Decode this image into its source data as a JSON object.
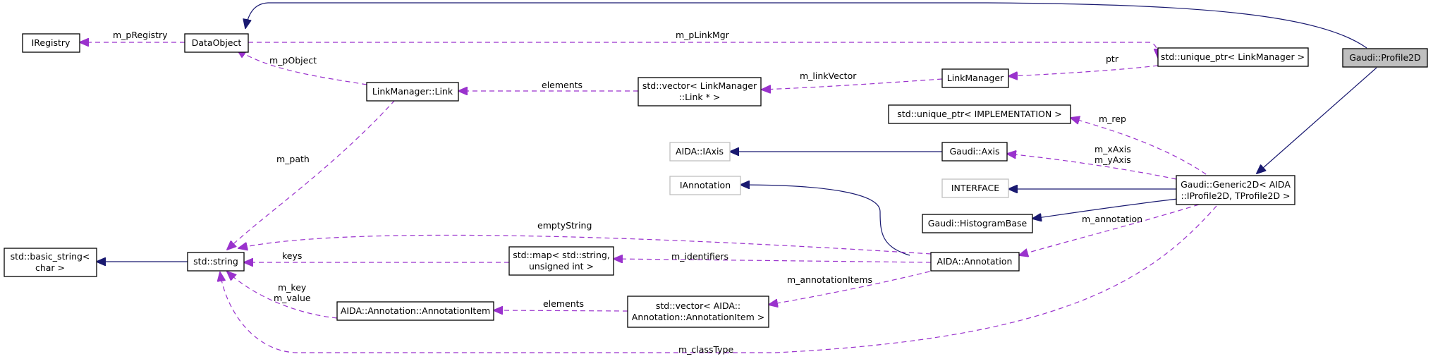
{
  "nodes": {
    "profile2d": [
      "Gaudi::Profile2D"
    ],
    "dataobject": [
      "DataObject"
    ],
    "iregistry": [
      "IRegistry"
    ],
    "uptr_linkmgr": [
      "std::unique_ptr< LinkManager >"
    ],
    "linkmanager": [
      "LinkManager"
    ],
    "stdvector_link": [
      "std::vector< LinkManager",
      "::Link * >"
    ],
    "linkmgr_link": [
      "LinkManager::Link"
    ],
    "uptr_impl": [
      "std::unique_ptr< IMPLEMENTATION >"
    ],
    "aida_iaxis": [
      "AIDA::IAxis"
    ],
    "gaudi_axis": [
      "Gaudi::Axis"
    ],
    "iannotation": [
      "IAnnotation"
    ],
    "interface": [
      "INTERFACE"
    ],
    "generic2d": [
      "Gaudi::Generic2D< AIDA",
      "::IProfile2D, TProfile2D >"
    ],
    "histbase": [
      "Gaudi::HistogramBase"
    ],
    "basic_string": [
      "std::basic_string<",
      "char >"
    ],
    "stdstring": [
      "std::string"
    ],
    "stdmap": [
      "std::map< std::string,",
      "unsigned int >"
    ],
    "aida_annotation": [
      "AIDA::Annotation"
    ],
    "annotation_item": [
      "AIDA::Annotation::AnnotationItem"
    ],
    "stdvector_item": [
      "std::vector< AIDA::",
      "Annotation::AnnotationItem >"
    ]
  },
  "edge_labels": {
    "m_pRegistry": "m_pRegistry",
    "m_pLinkMgr": "m_pLinkMgr",
    "ptr": "ptr",
    "m_pObject": "m_pObject",
    "elements_link": "elements",
    "m_linkVector": "m_linkVector",
    "m_path": "m_path",
    "m_rep": "m_rep",
    "m_xAxis": "m_xAxis",
    "m_yAxis": "m_yAxis",
    "emptyString": "emptyString",
    "m_annotation": "m_annotation",
    "keys": "keys",
    "m_identifiers": "m_identifiers",
    "m_annotationItems": "m_annotationItems",
    "m_key": "m_key",
    "m_value": "m_value",
    "elements_item": "elements",
    "m_classType": "m_classType"
  },
  "colors": {
    "inheritance": "#191970",
    "usage": "#9a32cd",
    "focus_fill": "#bfbfbf",
    "ghost_border": "#bfbfbf"
  }
}
